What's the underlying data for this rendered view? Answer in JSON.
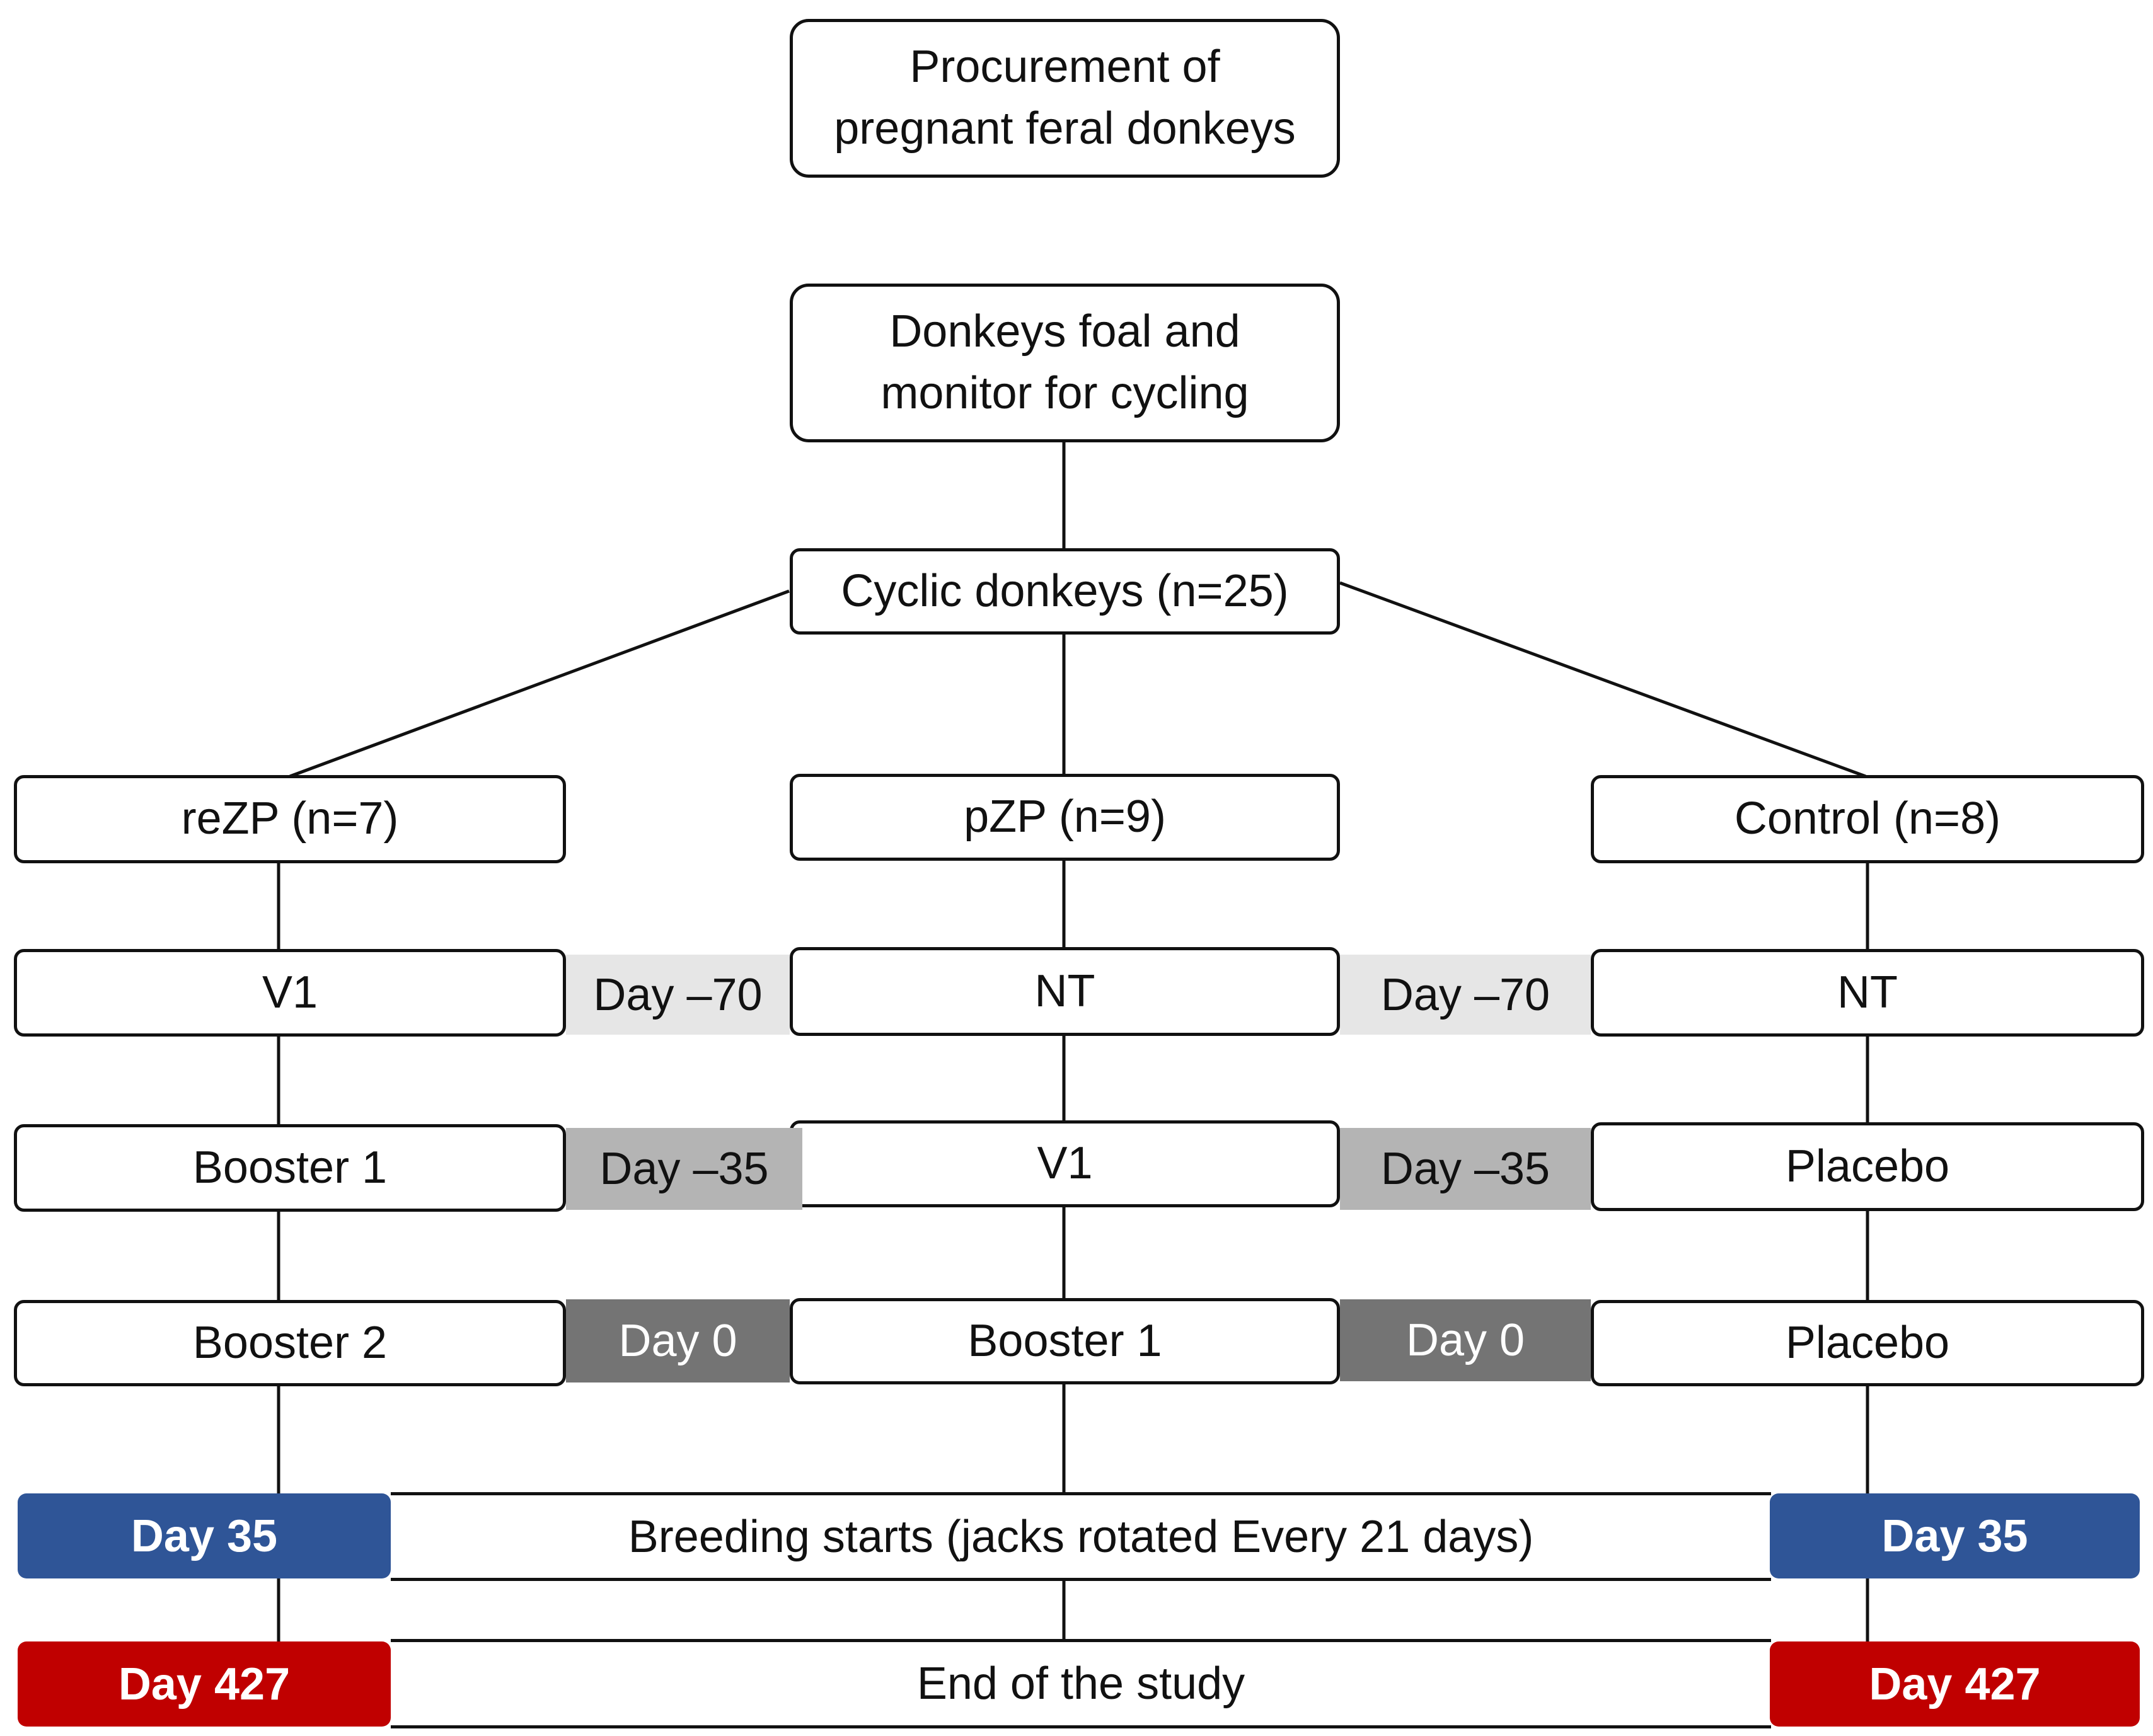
{
  "nodes": {
    "procurement": "Procurement of\npregnant feral donkeys",
    "foal": "Donkeys foal and\nmonitor for cycling",
    "cyclic": "Cyclic donkeys (n=25)"
  },
  "groups": [
    {
      "name": "reZP (n=7)",
      "step1": "V1",
      "step2": "Booster 1",
      "step3": "Booster 2"
    },
    {
      "name": "pZP (n=9)",
      "step1": "NT",
      "step2": "V1",
      "step3": "Booster 1"
    },
    {
      "name": "Control (n=8)",
      "step1": "NT",
      "step2": "Placebo",
      "step3": "Placebo"
    }
  ],
  "days": {
    "day_minus_70": "Day –70",
    "day_minus_35": "Day –35",
    "day_0": "Day 0"
  },
  "breeding": {
    "badge": "Day 35",
    "label": "Breeding starts (jacks rotated Every 21 days)"
  },
  "end": {
    "badge": "Day 427",
    "label": "End of the study"
  },
  "colors": {
    "blue_badge": "#2f5597",
    "red_badge": "#c00000",
    "day_light": "#e6e6e6",
    "day_mid": "#b4b4b4",
    "day_dark": "#747474"
  }
}
